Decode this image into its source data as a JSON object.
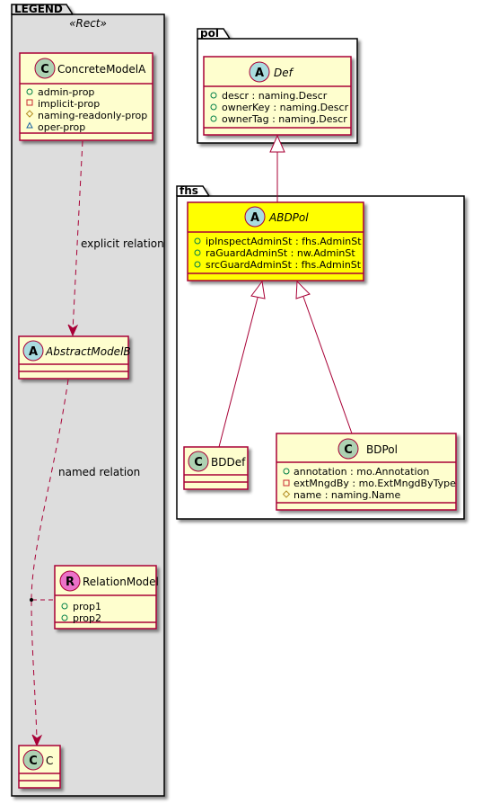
{
  "colors": {
    "class_fill": "#FEFECE",
    "class_border": "#A80036",
    "highlight_fill": "#FFFF00",
    "package_fill": "#DDDDDD",
    "class_badge": "#ADD1B2",
    "abstract_badge": "#A9DCDF",
    "relation_badge": "#EB72C9"
  },
  "legend": {
    "title": "LEGEND",
    "stereotype": "«Rect»",
    "concrete_model": {
      "badge": "C",
      "name": "ConcreteModelA",
      "attributes": [
        {
          "symbol": "circle",
          "text": "admin-prop"
        },
        {
          "symbol": "square",
          "text": "implicit-prop"
        },
        {
          "symbol": "diamond",
          "text": "naming-readonly-prop"
        },
        {
          "symbol": "triangle",
          "text": "oper-prop"
        }
      ]
    },
    "explicit_relation_label": "explicit relation",
    "abstract_model": {
      "badge": "A",
      "name": "AbstractModelB"
    },
    "named_relation_label": "named relation",
    "relation_model": {
      "badge": "R",
      "name": "RelationModel",
      "attributes": [
        {
          "symbol": "circle",
          "text": "prop1"
        },
        {
          "symbol": "circle",
          "text": "prop2"
        }
      ]
    },
    "target_class": {
      "badge": "C",
      "name": "C"
    }
  },
  "pol": {
    "title": "pol",
    "def_class": {
      "badge": "A",
      "name": "Def",
      "attributes": [
        {
          "symbol": "circle",
          "text": "descr : naming.Descr"
        },
        {
          "symbol": "circle",
          "text": "ownerKey : naming.Descr"
        },
        {
          "symbol": "circle",
          "text": "ownerTag : naming.Descr"
        }
      ]
    }
  },
  "fhs": {
    "title": "fhs",
    "abdpol": {
      "badge": "A",
      "name": "ABDPol",
      "attributes": [
        {
          "symbol": "circle",
          "text": "ipInspectAdminSt : fhs.AdminSt"
        },
        {
          "symbol": "circle",
          "text": "raGuardAdminSt : nw.AdminSt"
        },
        {
          "symbol": "circle",
          "text": "srcGuardAdminSt : fhs.AdminSt"
        }
      ]
    },
    "bddef": {
      "badge": "C",
      "name": "BDDef"
    },
    "bdpol": {
      "badge": "C",
      "name": "BDPol",
      "attributes": [
        {
          "symbol": "circle",
          "text": "annotation : mo.Annotation"
        },
        {
          "symbol": "square",
          "text": "extMngdBy : mo.ExtMngdByType"
        },
        {
          "symbol": "diamond",
          "text": "name : naming.Name"
        }
      ]
    }
  }
}
